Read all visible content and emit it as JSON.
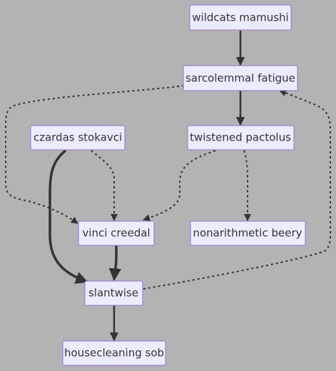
{
  "diagram": {
    "background": "#b3b3b3",
    "node_fill": "#ececff",
    "node_stroke": "#9370db",
    "edge_color": "#333333",
    "nodes": {
      "wildcats_mamushi": "wildcats mamushi",
      "sarcolemmal_fatigue": "sarcolemmal fatigue",
      "czardas_stokavci": "czardas stokavci",
      "twistened_pactolus": "twistened pactolus",
      "vinci_creedal": "vinci creedal",
      "nonarithmetic_beery": "nonarithmetic beery",
      "slantwise": "slantwise",
      "housecleaning_sob": "housecleaning sob"
    },
    "edges": [
      {
        "from": "wildcats_mamushi",
        "to": "sarcolemmal_fatigue",
        "style": "solid"
      },
      {
        "from": "sarcolemmal_fatigue",
        "to": "twistened_pactolus",
        "style": "solid"
      },
      {
        "from": "sarcolemmal_fatigue",
        "to": "vinci_creedal",
        "style": "dotted"
      },
      {
        "from": "czardas_stokavci",
        "to": "vinci_creedal",
        "style": "dotted"
      },
      {
        "from": "czardas_stokavci",
        "to": "slantwise",
        "style": "thick"
      },
      {
        "from": "twistened_pactolus",
        "to": "vinci_creedal",
        "style": "dotted"
      },
      {
        "from": "twistened_pactolus",
        "to": "nonarithmetic_beery",
        "style": "dotted"
      },
      {
        "from": "vinci_creedal",
        "to": "slantwise",
        "style": "thick"
      },
      {
        "from": "slantwise",
        "to": "sarcolemmal_fatigue",
        "style": "dotted"
      },
      {
        "from": "slantwise",
        "to": "housecleaning_sob",
        "style": "solid"
      }
    ]
  }
}
